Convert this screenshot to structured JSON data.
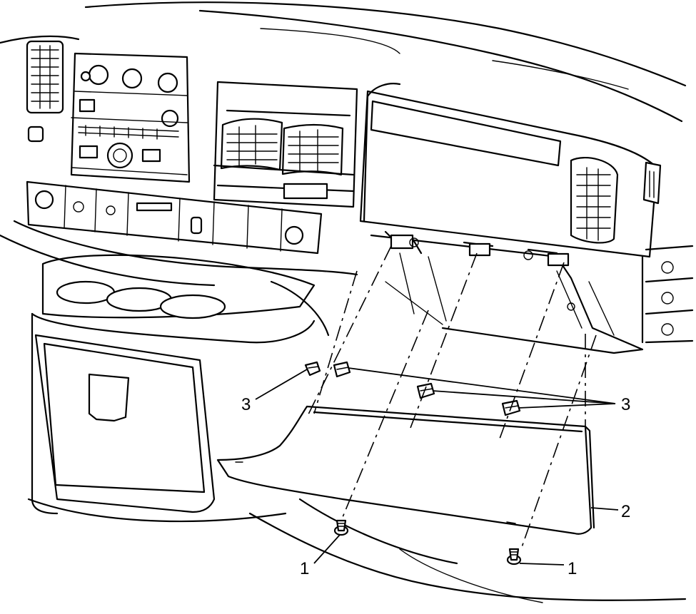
{
  "diagram": {
    "colors": {
      "stroke": "#000000",
      "background": "#ffffff"
    },
    "callouts": [
      {
        "id": "screw-left",
        "label": "1"
      },
      {
        "id": "screw-right",
        "label": "1"
      },
      {
        "id": "knee-bolster-panel",
        "label": "2"
      },
      {
        "id": "retainer-left",
        "label": "3"
      },
      {
        "id": "retainers-right",
        "label": "3"
      }
    ]
  }
}
